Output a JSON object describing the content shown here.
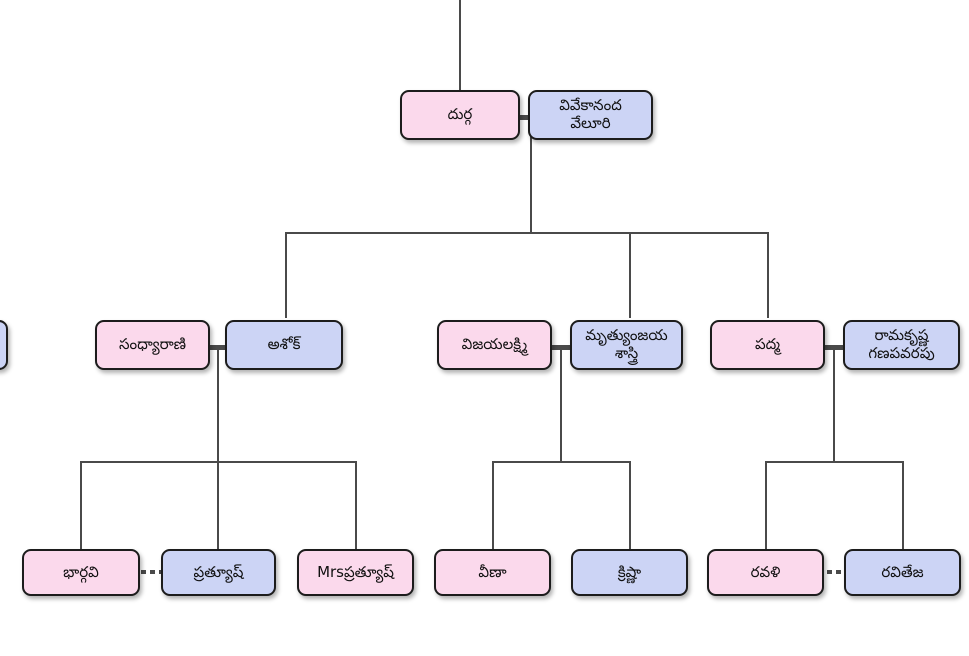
{
  "diagram": {
    "type": "family-tree",
    "title": "Telugu family tree",
    "colors": {
      "female_fill": "#fbd9ec",
      "male_fill": "#ccd4f5",
      "node_border": "#1c1c1c",
      "connector": "#4a4a4a",
      "background": "#ffffff"
    },
    "legend": {
      "female_color_meaning": "pink",
      "male_color_meaning": "blue"
    }
  },
  "generations": [
    {
      "id": "gen-1",
      "couples": [
        {
          "id": "couple-durga-vivekananda",
          "members": [
            {
              "id": "durga",
              "name": "దుర్గ",
              "gender": "female"
            },
            {
              "id": "vivekananda-veluri",
              "name": "వివేకానంద\nవేలూరి",
              "gender": "male"
            }
          ]
        }
      ]
    },
    {
      "id": "gen-2",
      "couples": [
        {
          "id": "couple-clipped-left",
          "members": [
            {
              "id": "clipped-left",
              "name": "",
              "gender": "male"
            }
          ]
        },
        {
          "id": "couple-sandhyarani-ashok",
          "members": [
            {
              "id": "sandhyarani",
              "name": "సంధ్యారాణి",
              "gender": "female"
            },
            {
              "id": "ashok",
              "name": "అశోక్",
              "gender": "male"
            }
          ]
        },
        {
          "id": "couple-vijayalakshmi-mrutyunjaya",
          "members": [
            {
              "id": "vijayalakshmi",
              "name": "విజయలక్ష్మి",
              "gender": "female"
            },
            {
              "id": "mrutyunjaya-sastri",
              "name": "మృత్యుంజయ\nశాస్త్రి",
              "gender": "male"
            }
          ]
        },
        {
          "id": "couple-padma-ramakrishna",
          "members": [
            {
              "id": "padma",
              "name": "పద్మ",
              "gender": "female"
            },
            {
              "id": "ramakrishna-ganapavarapu",
              "name": "రామకృష్ణ\nగణపవరపు",
              "gender": "male"
            }
          ]
        }
      ]
    },
    {
      "id": "gen-3",
      "couples": [
        {
          "id": "couple-bhargavi-pratyush",
          "members": [
            {
              "id": "bhargavi",
              "name": "భార్గవి",
              "gender": "female"
            },
            {
              "id": "pratyush",
              "name": "ప్రత్యూష్",
              "gender": "male"
            },
            {
              "id": "mrs-pratyush",
              "name": "Mrsప్రత్యూష్",
              "gender": "female"
            }
          ]
        },
        {
          "id": "couple-veena-krishna",
          "members": [
            {
              "id": "veena",
              "name": "వీణా",
              "gender": "female"
            },
            {
              "id": "krishna",
              "name": "క్రిష్ణా",
              "gender": "male"
            }
          ]
        },
        {
          "id": "couple-ravali-raviteja",
          "members": [
            {
              "id": "ravali",
              "name": "రవళి",
              "gender": "female"
            },
            {
              "id": "raviteja",
              "name": "రవితేజ",
              "gender": "male"
            }
          ]
        }
      ]
    }
  ],
  "nodes": {
    "clipped_left": "",
    "durga": "దుర్గ",
    "vivekananda_veluri": "వివేకానంద\nవేలూరి",
    "sandhyarani": "సంధ్యారాణి",
    "ashok": "అశోక్",
    "vijayalakshmi": "విజయలక్ష్మి",
    "mrutyunjaya_sastri": "మృత్యుంజయ\nశాస్త్రి",
    "padma": "పద్మ",
    "ramakrishna_ganapavarapu": "రామకృష్ణ\nగణపవరపు",
    "bhargavi": "భార్గవి",
    "pratyush": "ప్రత్యూష్",
    "mrs_pratyush": "Mrsప్రత్యూష్",
    "veena": "వీణా",
    "krishna": "క్రిష్ణా",
    "ravali": "రవళి",
    "raviteja": "రవితేజ"
  }
}
